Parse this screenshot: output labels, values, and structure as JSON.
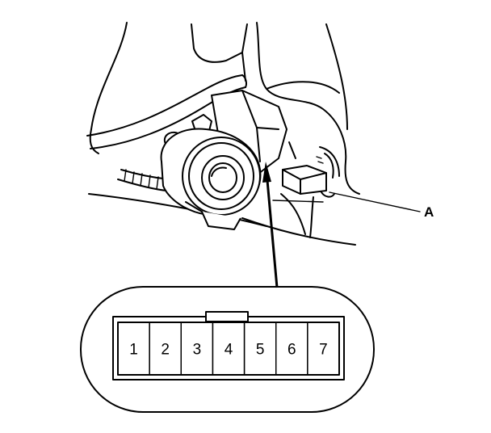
{
  "diagram": {
    "callout_label": "A",
    "connector": {
      "pins": [
        "1",
        "2",
        "3",
        "4",
        "5",
        "6",
        "7"
      ]
    }
  }
}
